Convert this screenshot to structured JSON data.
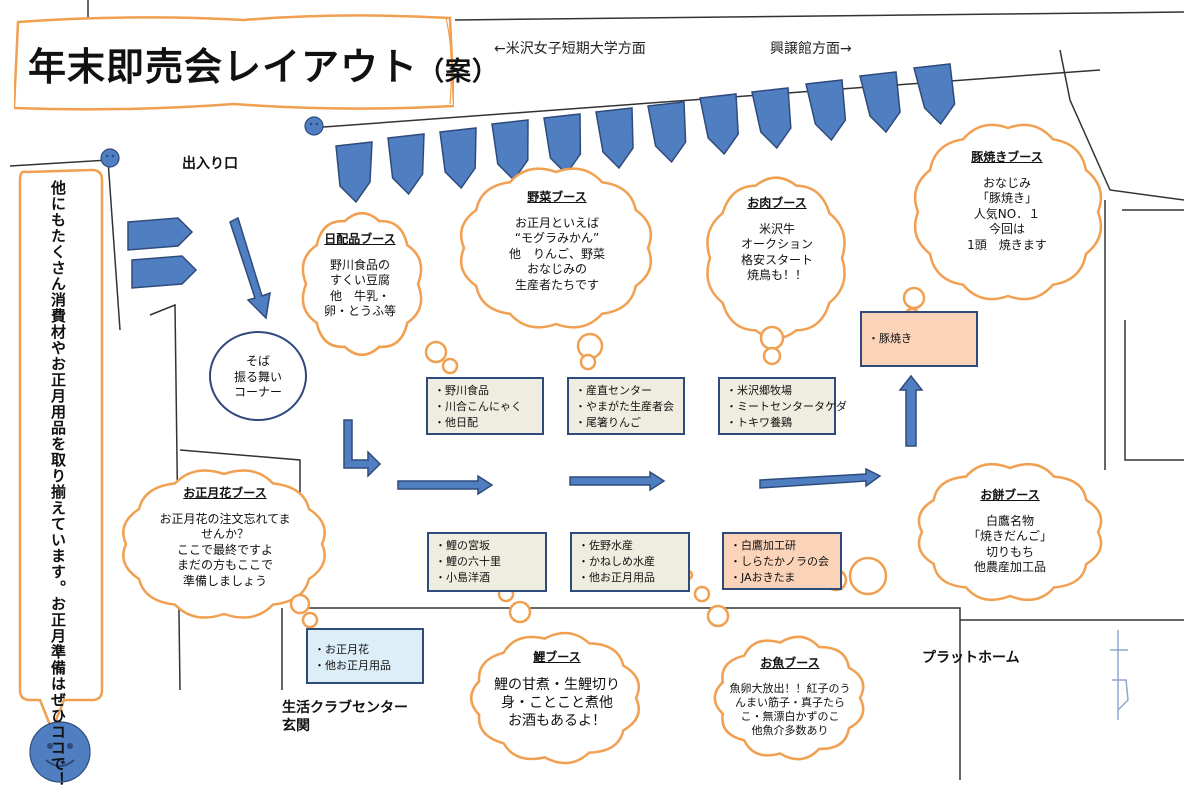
{
  "title": {
    "main": "年末即売会レイアウト",
    "suffix": "（案）"
  },
  "directions": {
    "left": "←米沢女子短期大学方面",
    "right": "興譲館方面→"
  },
  "labels": {
    "entrance": "出入り口",
    "platform": "プラットホーム",
    "center_line1": "生活クラブセンター",
    "center_line2": "玄関"
  },
  "side_message": "他にもたくさん消費材やお正月用品を取り揃えています。お正月準備はぜひココで！",
  "soba_corner": {
    "lines": [
      "そば",
      "振る舞い",
      "コーナー"
    ]
  },
  "bubbles": {
    "nichihai": {
      "title": "日配品ブース",
      "lines": [
        "野川食品の",
        "すくい豆腐",
        "他　牛乳・",
        "卵・とうふ等"
      ]
    },
    "yasai": {
      "title": "野菜ブース",
      "lines": [
        "お正月といえば",
        "“モグラみかん”",
        "他　りんご、野菜",
        "おなじみの",
        "生産者たちです"
      ]
    },
    "oniku": {
      "title": "お肉ブース",
      "lines": [
        "米沢牛",
        "オークション",
        "格安スタート",
        "焼鳥も！！"
      ]
    },
    "butayaki": {
      "title": "豚焼きブース",
      "lines": [
        "おなじみ",
        "「豚焼き」",
        "人気NO．１",
        "今回は",
        "1頭　焼きます"
      ]
    },
    "oshogatsubana": {
      "title": "お正月花ブース",
      "lines": [
        "お正月花の注文忘れてま",
        "せんか？",
        "ここで最終ですよ",
        "まだの方もここで",
        "準備しましょう"
      ]
    },
    "omochi": {
      "title": "お餅ブース",
      "lines": [
        "白鷹名物",
        "「焼きだんご」",
        "切りもち",
        "他農産加工品"
      ]
    },
    "koi": {
      "title": "鯉ブース",
      "lines": [
        "鯉の甘煮・生鯉切り",
        "身・ことこと煮他",
        "お酒もあるよ！"
      ]
    },
    "osakana": {
      "title": "お魚ブース",
      "lines": [
        "魚卵大放出！！紅子のう",
        "んまい筋子・真子たら",
        "こ・無漂白かずのこ",
        "他魚介多数あり"
      ]
    }
  },
  "boxes": {
    "nichihai": [
      "・野川食品",
      "・川合こんにゃく",
      "・他日配"
    ],
    "yasai": [
      "・産直センター",
      "・やまがた生産者会",
      "・尾箸りんご"
    ],
    "oniku": [
      "・米沢郷牧場",
      "・ミートセンタータケダ",
      "・トキワ養鶏"
    ],
    "butayaki": [
      "・豚焼き"
    ],
    "koi": [
      "・鯉の宮坂",
      "・鯉の六十里",
      "・小島洋酒"
    ],
    "suisan": [
      "・佐野水産",
      "・かねしめ水産",
      "・他お正月用品"
    ],
    "shirataka": [
      "・白鷹加工研",
      "・しらたかノラの会",
      "・JAおきたま"
    ],
    "hana": [
      "・お正月花",
      "・他お正月用品"
    ]
  },
  "colors": {
    "arrow_blue": "#4f7ec1",
    "bubble_orange": "#f0a050",
    "box_border": "#2f4b7c",
    "box_fill": "#efece0",
    "peach": "#fbd3b8"
  }
}
